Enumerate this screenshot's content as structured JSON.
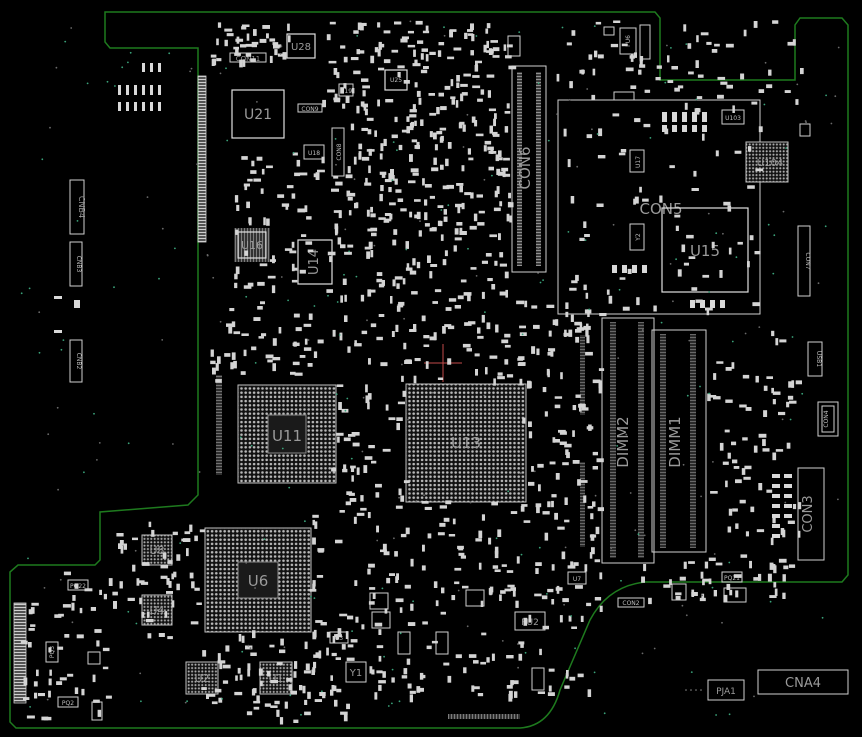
{
  "labels": {
    "u28": "U28",
    "con11": "CON11",
    "u21": "U21",
    "con9": "CON9",
    "u18": "U18",
    "con8": "CON8",
    "u25": "U25",
    "u16": "U16",
    "u14": "U14",
    "u19": "U19",
    "con6": "CON6",
    "pu6": "PU6",
    "u103": "U103",
    "u17": "U17",
    "con5": "CON5",
    "y2": "Y2",
    "u15": "U15",
    "u104": "U104",
    "con7": "CON7",
    "cnb4": "CNB4",
    "cnb3": "CNB3",
    "cnb2": "CNB2",
    "u11": "U11",
    "u13": "U13",
    "dimm2": "DIMM2",
    "dimm1": "DIMM1",
    "usb1": "USB1",
    "con4": "CON4",
    "con3": "CON3",
    "u8": "U8",
    "u6": "U6",
    "u4": "U4",
    "u2": "U2",
    "u1": "U1",
    "y1": "Y1",
    "u3": "U3",
    "pu2": "PU2",
    "u7": "U7",
    "con2": "CON2",
    "pja1": "PJA1",
    "cna4": "CNA4",
    "pq22": "PQ22",
    "pq21": "PQ21",
    "pq3": "PQ3",
    "pq2": "PQ2"
  },
  "colors": {
    "background": "#000000",
    "board_edge": "#1e7a1e",
    "silkscreen": "#d9d9d9",
    "marker": "#c24a4a"
  }
}
